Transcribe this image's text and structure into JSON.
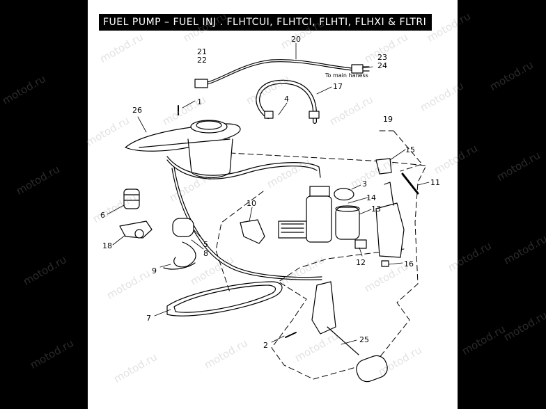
{
  "title": "FUEL PUMP – FUEL INJ . FLHTCUI, FLHTCI, FLHTI, FLHXI & FLTRI",
  "note": "To main haness",
  "watermark": "motod.ru",
  "callouts": [
    "1",
    "2",
    "3",
    "4",
    "5",
    "6",
    "7",
    "8",
    "9",
    "10",
    "11",
    "12",
    "13",
    "14",
    "15",
    "16",
    "17",
    "18",
    "19",
    "20",
    "21",
    "22",
    "23",
    "24",
    "25",
    "26"
  ]
}
